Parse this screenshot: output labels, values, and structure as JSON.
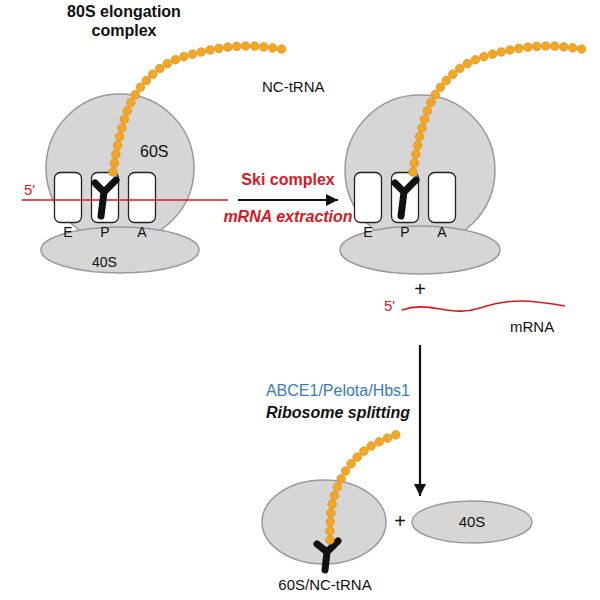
{
  "diagram": {
    "nodes": [
      {
        "text": [
          "80S elongation complex"
        ]
      },
      {
        "text": [
          "60S"
        ],
        "in": 0
      },
      {
        "text": [
          "40S"
        ],
        "in": 0
      },
      {
        "text": [
          "E"
        ],
        "in": 0
      },
      {
        "text": [
          "P"
        ],
        "in": 0
      },
      {
        "text": [
          "A"
        ],
        "in": 0
      },
      {
        "text": []
      },
      {
        "text": [
          "E"
        ],
        "in": 6
      },
      {
        "text": [
          "P"
        ],
        "in": 6
      },
      {
        "text": [
          "A"
        ],
        "in": 6
      },
      {
        "text": [
          "60S/NC-tRNA"
        ]
      },
      {
        "text": [
          "40S"
        ]
      }
    ],
    "edges": [
      {
        "from": 0,
        "to": 6,
        "arrow": "to"
      },
      {
        "from": 6,
        "to": 11,
        "arrow": "to"
      }
    ],
    "labels": [
      "NC-tRNA",
      "5'",
      "Ski complex",
      "mRNA extraction",
      "+",
      "5'",
      "mRNA",
      "ABCE1/Pelota/Hbs1",
      "Ribosome splitting",
      "+"
    ]
  }
}
